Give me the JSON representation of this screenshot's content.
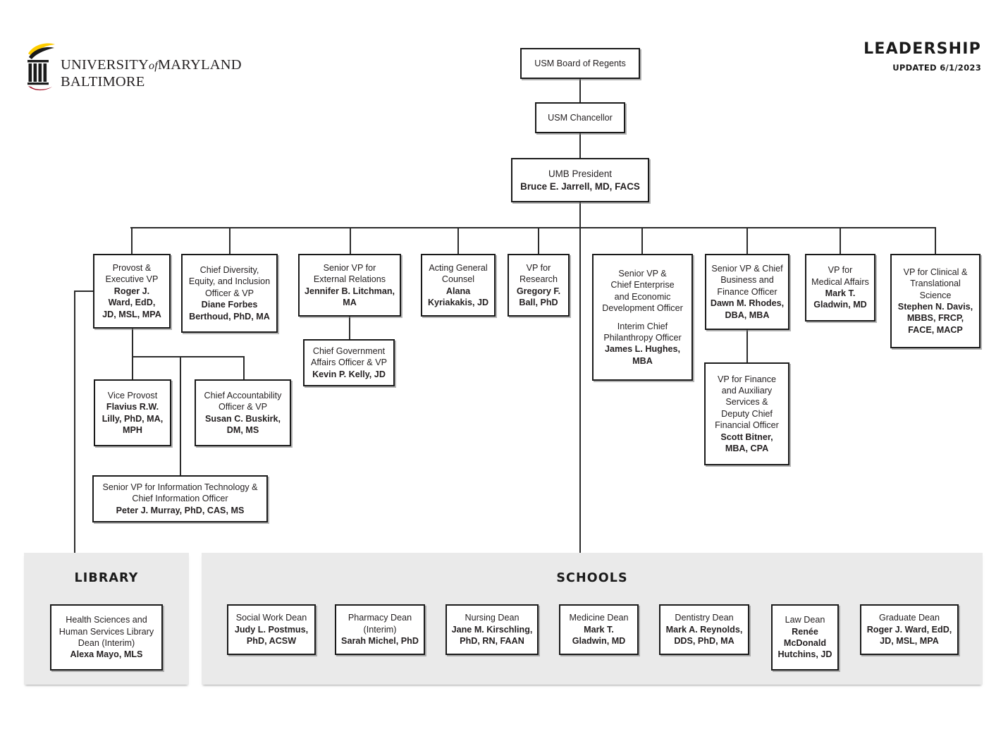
{
  "logo": {
    "line1": "UNIVERSITY",
    "of": "of",
    "line1b": "MARYLAND",
    "line2": "BALTIMORE",
    "icon": "umb-pillar-logo"
  },
  "header": {
    "title": "LEADERSHIP",
    "updated": "UPDATED 6/1/2023"
  },
  "nodes": {
    "regents": {
      "title": "USM Board of Regents",
      "name": ""
    },
    "chancellor": {
      "title": "USM Chancellor",
      "name": ""
    },
    "president": {
      "title": "UMB President",
      "name": "Bruce E. Jarrell, MD, FACS"
    },
    "provost": {
      "title": "Provost &\nExecutive VP",
      "name": "Roger J.\nWard, EdD,\nJD, MSL, MPA"
    },
    "diversity": {
      "title": "Chief Diversity,\nEquity, and Inclusion\nOfficer & VP",
      "name": "Diane Forbes\nBerthoud, PhD, MA"
    },
    "external": {
      "title": "Senior VP for\nExternal Relations",
      "name": "Jennifer B. Litchman, MA"
    },
    "counsel": {
      "title": "Acting General\nCounsel",
      "name": "Alana\nKyriakakis, JD"
    },
    "research": {
      "title": "VP for\nResearch",
      "name": "Gregory F.\nBall, PhD"
    },
    "enterprise": {
      "title": "Senior VP &\nChief Enterprise\nand Economic\nDevelopment Officer",
      "title2": "Interim Chief\nPhilanthropy Officer",
      "name": "James L. Hughes,\nMBA"
    },
    "business": {
      "title": "Senior VP & Chief\nBusiness and\nFinance Officer",
      "name": "Dawn M. Rhodes,\nDBA, MBA"
    },
    "medaffairs": {
      "title": "VP for\nMedical Affairs",
      "name": "Mark T.\nGladwin, MD"
    },
    "clinical": {
      "title": "VP for Clinical &\nTranslational\nScience",
      "name": "Stephen N. Davis,\nMBBS, FRCP,\nFACE, MACP"
    },
    "govaffairs": {
      "title": "Chief Government\nAffairs Officer & VP",
      "name": "Kevin P. Kelly, JD"
    },
    "viceprovost": {
      "title": "Vice Provost",
      "name": "Flavius R.W.\nLilly, PhD, MA,\nMPH"
    },
    "accountability": {
      "title": "Chief Accountability\nOfficer & VP",
      "name": "Susan C. Buskirk,\nDM, MS"
    },
    "infotech": {
      "title": "Senior VP for Information Technology &\nChief Information Officer",
      "name": "Peter J. Murray, PhD, CAS, MS"
    },
    "finance": {
      "title": "VP for Finance\nand Auxiliary\nServices &\nDeputy Chief\nFinancial Officer",
      "name": "Scott Bitner,\nMBA, CPA"
    }
  },
  "library": {
    "heading": "LIBRARY",
    "node": {
      "title": "Health Sciences and\nHuman Services Library\nDean (Interim)",
      "name": "Alexa Mayo, MLS"
    }
  },
  "schools": {
    "heading": "SCHOOLS",
    "items": [
      {
        "title": "Social Work Dean",
        "name": "Judy L. Postmus,\nPhD, ACSW"
      },
      {
        "title": "Pharmacy Dean\n(Interim)",
        "name": "Sarah Michel, PhD"
      },
      {
        "title": "Nursing Dean",
        "name": "Jane M. Kirschling,\nPhD, RN, FAAN"
      },
      {
        "title": "Medicine Dean",
        "name": "Mark T.\nGladwin, MD"
      },
      {
        "title": "Dentistry Dean",
        "name": "Mark A. Reynolds,\nDDS, PhD, MA"
      },
      {
        "title": "Law Dean",
        "name": "Renée\nMcDonald\nHutchins, JD"
      },
      {
        "title": "Graduate Dean",
        "name": "Roger J. Ward, EdD,\nJD, MSL, MPA"
      }
    ]
  },
  "colors": {
    "gold": "#FFCD00",
    "red": "#A6192E",
    "black": "#1A1A1A",
    "panel_gray": "#EAEAEA"
  }
}
